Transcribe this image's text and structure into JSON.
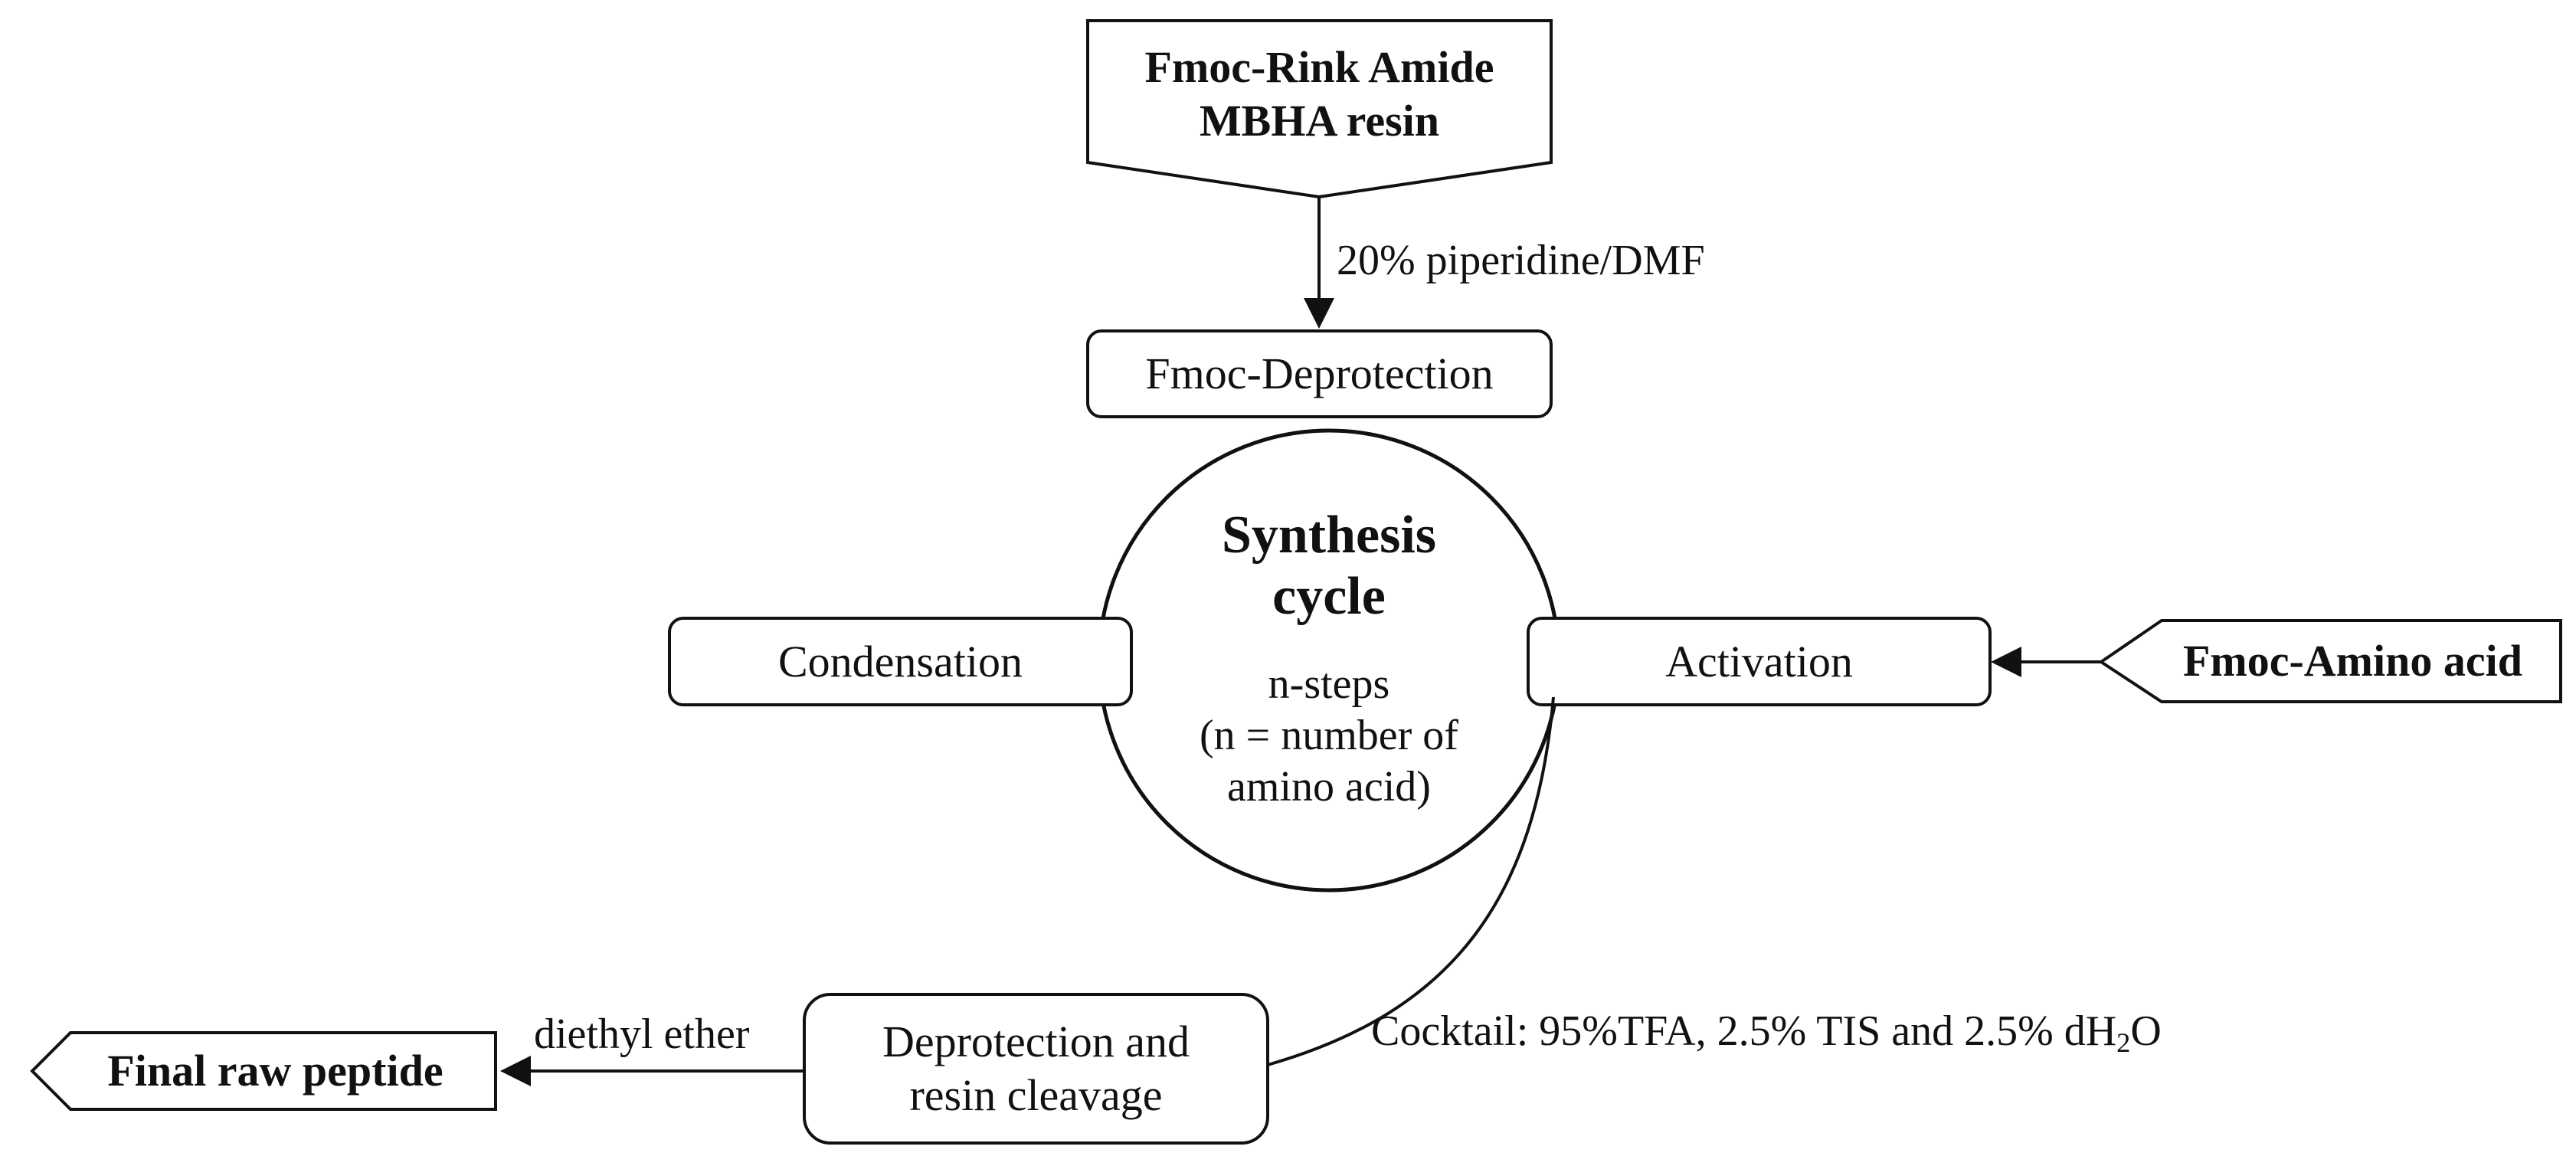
{
  "start": {
    "line1": "Fmoc-Rink Amide",
    "line2": "MBHA resin"
  },
  "deprotection_reagent": "20% piperidine/DMF",
  "steps": {
    "fmoc_deprotection": "Fmoc-Deprotection",
    "condensation": "Condensation",
    "activation": "Activation"
  },
  "cycle": {
    "title_line1": "Synthesis",
    "title_line2": "cycle",
    "sub_line1": "n-steps",
    "sub_line2": "(n = number of",
    "sub_line3": "amino acid)"
  },
  "input_amino_acid": "Fmoc-Amino acid",
  "cleavage": {
    "line1": "Deprotection and",
    "line2": "resin cleavage"
  },
  "cocktail": {
    "text": "Cocktail: 95%TFA, 2.5% TIS and 2.5% dH",
    "sub": "2",
    "suffix": "O"
  },
  "precipitation_reagent": "diethyl ether",
  "final_product": "Final raw peptide",
  "colors": {
    "stroke": "#111111",
    "background": "#ffffff"
  }
}
